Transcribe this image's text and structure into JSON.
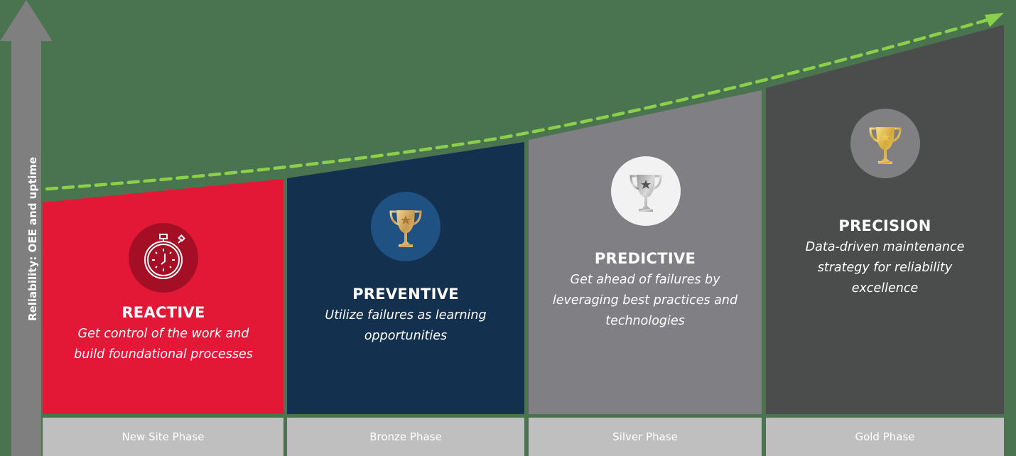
{
  "axis": {
    "label": "Reliability: OEE and uptime",
    "color": "#7f7f7f"
  },
  "trend_line": {
    "style": "dashed",
    "color": "#8ccf4a",
    "direction": "upward-right"
  },
  "columns": [
    {
      "id": "reactive",
      "title": "REACTIVE",
      "description_lines": [
        "Get control of the work and",
        "build foundational processes"
      ],
      "icon": "stopwatch-icon",
      "color": "#e31837",
      "badge_color": "#a50f26",
      "phase": "New Site Phase"
    },
    {
      "id": "preventive",
      "title": "PREVENTIVE",
      "description_lines": [
        "Utilize failures as learning",
        "opportunities"
      ],
      "icon": "bronze-trophy-icon",
      "color": "#13304f",
      "badge_color": "#1f5182",
      "phase": "Bronze Phase"
    },
    {
      "id": "predictive",
      "title": "PREDICTIVE",
      "description_lines": [
        "Get ahead of failures by",
        "leveraging best practices and",
        "technologies"
      ],
      "icon": "silver-trophy-icon",
      "color": "#7f7f84",
      "badge_color": "#f2f2f2",
      "phase": "Silver Phase"
    },
    {
      "id": "precision",
      "title": "PRECISION",
      "description_lines": [
        "Data-driven maintenance",
        "strategy for reliability",
        "excellence"
      ],
      "icon": "gold-trophy-icon",
      "color": "#4b4c4c",
      "badge_color": "#808083",
      "phase": "Gold Phase"
    }
  ],
  "phase_label_color": "#bfbfbf"
}
